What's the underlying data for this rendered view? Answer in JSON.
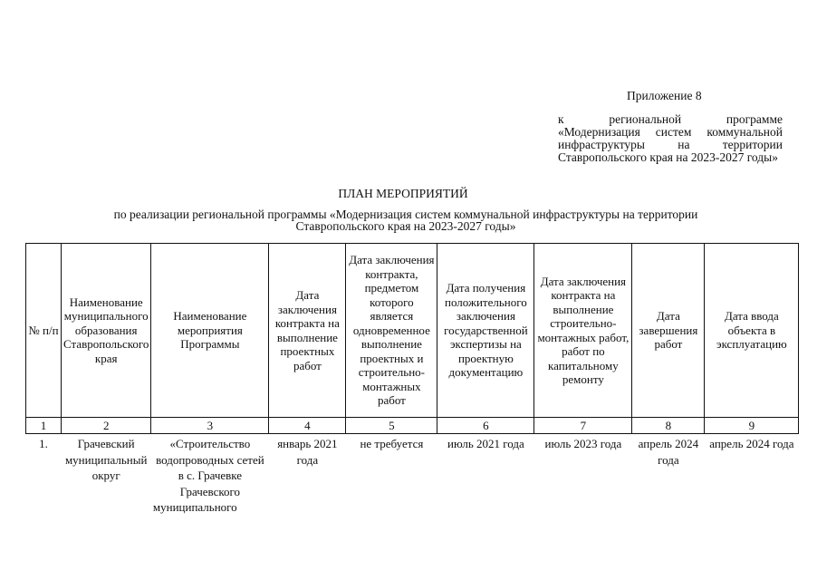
{
  "appendix": {
    "title": "Приложение 8",
    "text": "к региональной программе «Модернизация систем коммунальной инфраструктуры на территории Ставропольского края на 2023-2027 годы»"
  },
  "plan": {
    "title": "ПЛАН МЕРОПРИЯТИЙ",
    "subtitle_line1": "по реализации региональной программы «Модернизация систем коммунальной инфраструктуры на территории",
    "subtitle_line2": "Ставропольского края на 2023-2027 годы»"
  },
  "table": {
    "headers": [
      "№ п/п",
      "Наименование муниципального образования Ставропольского края",
      "Наименование мероприятия Программы",
      "Дата заключения контракта на выполнение проектных работ",
      "Дата заключения контракта, предметом которого является одновременное выполнение проектных и строительно-монтажных работ",
      "Дата получения положительного заключения государственной экспертизы на проектную документацию",
      "Дата заключения контракта на выполнение строительно-монтажных работ, работ по капитальному ремонту",
      "Дата завершения работ",
      "Дата ввода объекта в эксплуатацию"
    ],
    "column_numbers": [
      "1",
      "2",
      "3",
      "4",
      "5",
      "6",
      "7",
      "8",
      "9"
    ],
    "rows": [
      {
        "num": "1.",
        "municipality": "Грачевский муниципальный округ",
        "event": "«Строительство водопроводных сетей в с. Грачевке Грачевского муниципального",
        "design_contract": "январь 2021 года",
        "combined_contract": "не требуется",
        "expertise": "июль 2021 года",
        "construction_contract": "июль 2023 года",
        "completion": "апрель 2024 года",
        "commissioning": "апрель 2024 года"
      }
    ]
  }
}
